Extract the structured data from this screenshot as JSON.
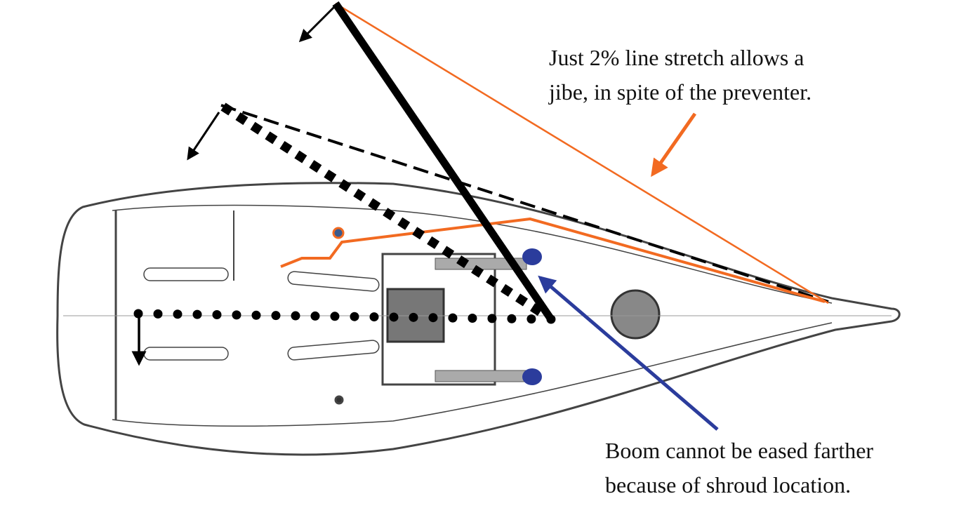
{
  "annotations": {
    "stretch": {
      "line1": "Just 2% line stretch allows a",
      "line2": "jibe, in spite of the preventer."
    },
    "shroud": {
      "line1": "Boom cannot be eased farther",
      "line2": "because of shroud location."
    }
  },
  "colors": {
    "preventer": "#f26a21",
    "shroud_marker": "#2b3c9c",
    "boom": "#000000",
    "hull": "#333333"
  }
}
